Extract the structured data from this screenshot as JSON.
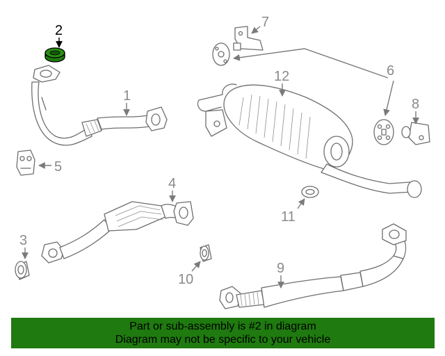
{
  "callouts": {
    "c1": "1",
    "c2": "2",
    "c3": "3",
    "c4": "4",
    "c5": "5",
    "c6": "6",
    "c7": "7",
    "c8": "8",
    "c9": "9",
    "c10": "10",
    "c11": "11",
    "c12": "12"
  },
  "highlighted_part": "2",
  "colors": {
    "highlight": "#1f7a0f",
    "banner": "#1f7a0f",
    "line": "#6e6e6e"
  },
  "banner": {
    "line1": "Part or sub-assembly is #2 in diagram",
    "line2": "Diagram may not be specific to your vehicle"
  }
}
